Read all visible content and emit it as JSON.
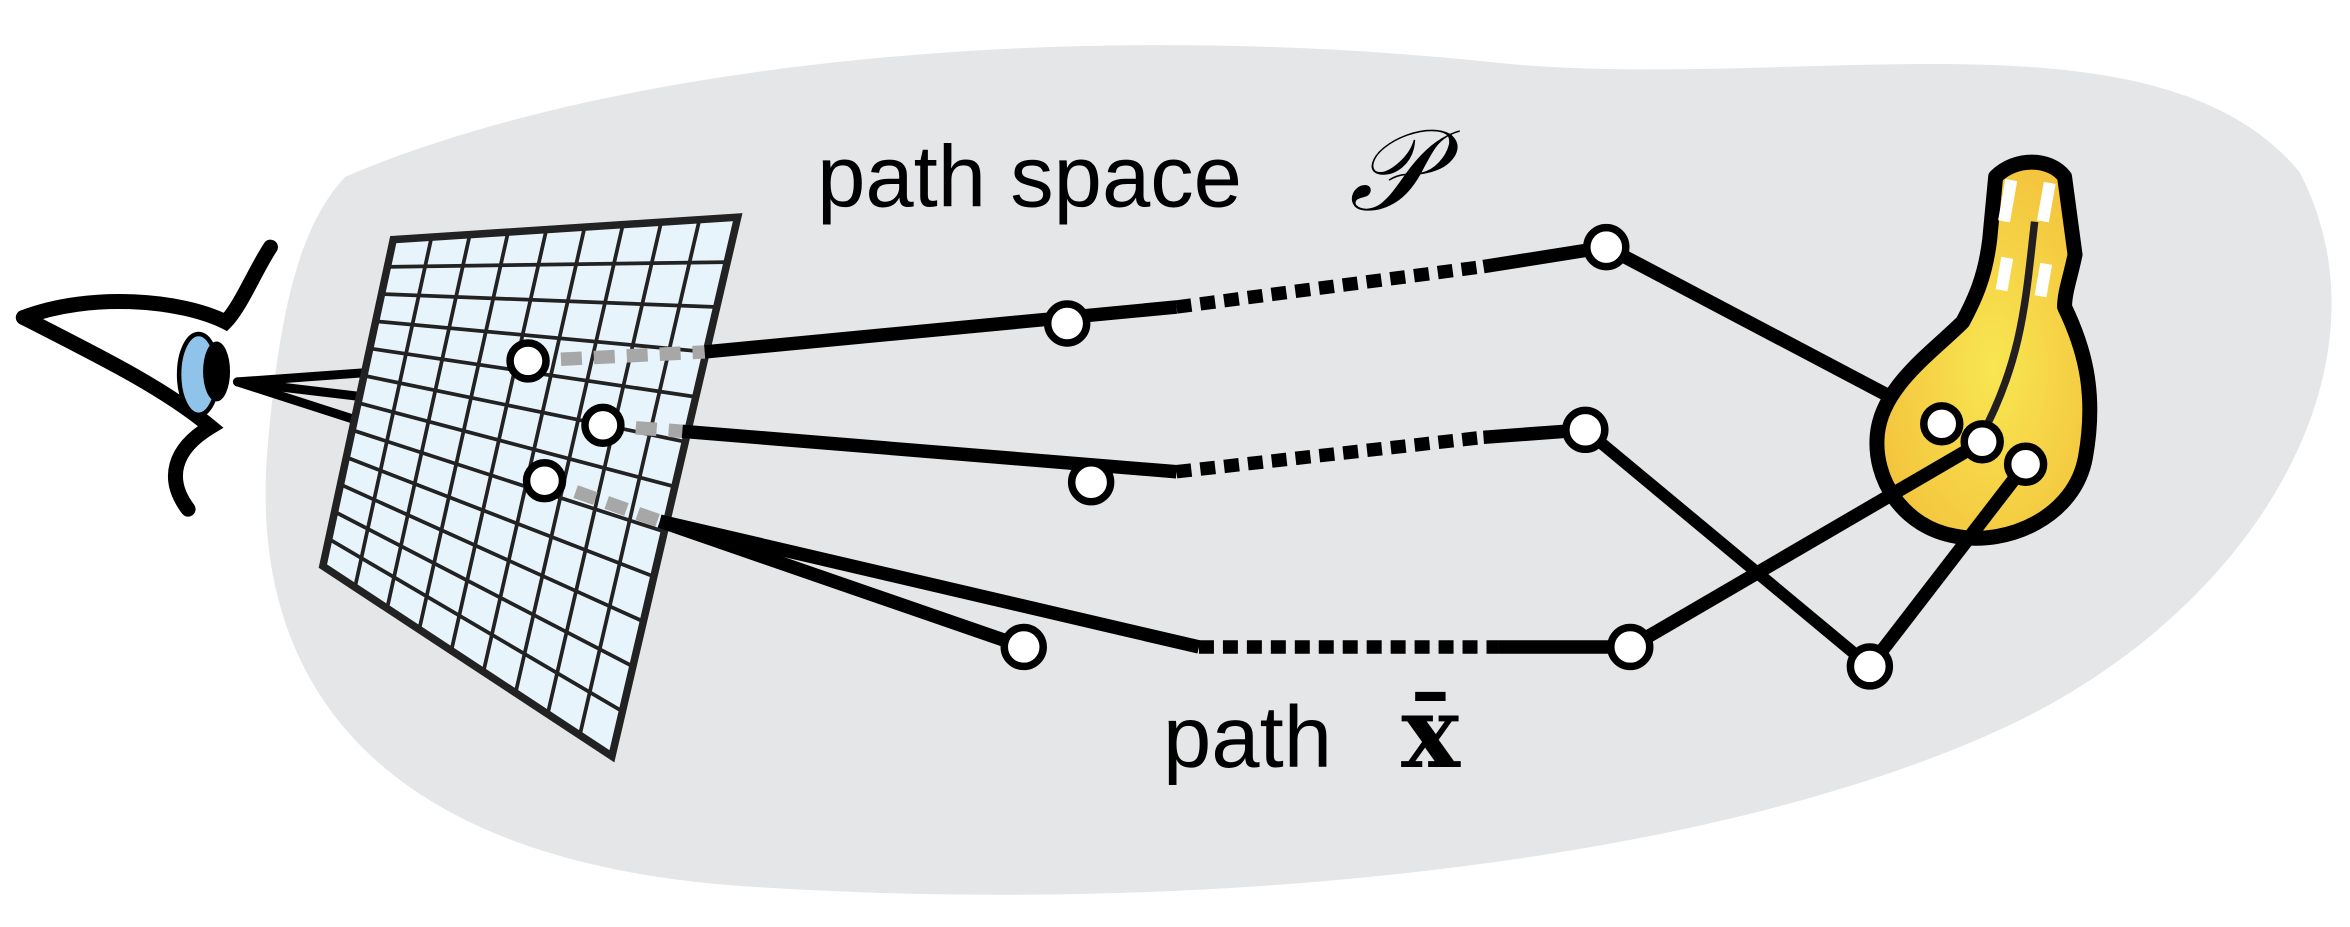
{
  "labels": {
    "path_space": "path space",
    "path_space_symbol": "𝒫",
    "path": "path",
    "path_symbol": "x̄"
  },
  "colors": {
    "background_blob": "#e5e6e8",
    "screen_fill": "#e8f4fc",
    "iris": "#8fc3ea",
    "bulb_fill": "#f7e04a",
    "ink": "#000000",
    "hidden_segment": "#a7a7a7"
  }
}
